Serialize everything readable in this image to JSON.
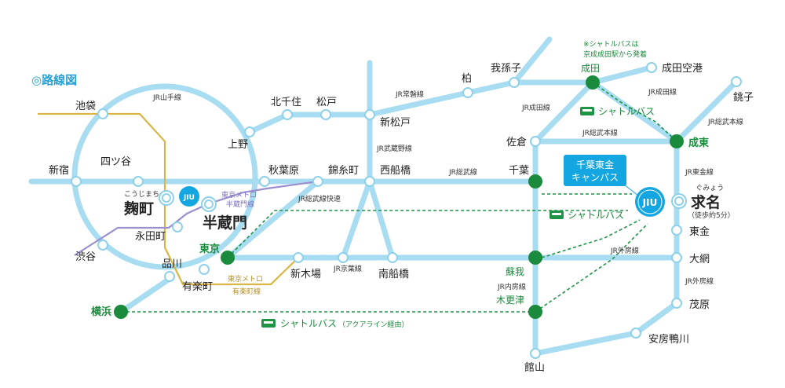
{
  "title": "◎路線図",
  "lines": {
    "yamanote": "JR山手線",
    "joban": "JR常磐線",
    "musashino": "JR武蔵野線",
    "sobu_rapid": "JR総武線快速",
    "sobu": "JR総武線",
    "keiyo": "JR京葉線",
    "narita": "JR成田線",
    "narita2": "JR成田線",
    "sobu_main": "JR総武本線",
    "sobu_main2": "JR総武本線",
    "togane": "JR東金線",
    "sotobo": "JR外房線",
    "sotobo2": "JR外房線",
    "uchibo": "JR内房線",
    "hanzomon": "東京メトロ半蔵門線",
    "yurakucho": "東京メトロ有楽町線"
  },
  "stations": {
    "ikebukuro": "池袋",
    "yotsuya": "四ツ谷",
    "shinjuku": "新宿",
    "kojimachi_kana": "こうじまち",
    "kojimachi": "麹町",
    "hanzomon": "半蔵門",
    "nagatacho": "永田町",
    "shibuya": "渋谷",
    "shinagawa": "品川",
    "yurakucho": "有楽町",
    "tokyo": "東京",
    "akihabara": "秋葉原",
    "ueno": "上野",
    "kitasenju": "北千住",
    "matsudo": "松戸",
    "kinshicho": "錦糸町",
    "shinmatsudo": "新松戸",
    "nishifunabashi": "西船橋",
    "shinkiba": "新木場",
    "minamifunabashi": "南船橋",
    "yokohama": "横浜",
    "kashiwa": "柏",
    "abiko": "我孫子",
    "narita": "成田",
    "naritakuko": "成田空港",
    "choshi": "銚子",
    "sakura": "佐倉",
    "naruto": "成東",
    "chiba": "千葉",
    "soga": "蘇我",
    "kisarazu": "木更津",
    "tateyama": "館山",
    "togane": "東金",
    "oami": "大網",
    "mobara": "茂原",
    "awakamogawa": "安房鴨川",
    "gumyo_kana": "ぐみょう",
    "gumyo": "求名",
    "gumyo_note": "（徒歩約5分）"
  },
  "campus": {
    "line1": "千葉東金",
    "line2": "キャンパス"
  },
  "logo_text": "JIU",
  "bus": {
    "narita_note1": "※シャトルバスは",
    "narita_note2": "京成成田駅から発着",
    "label_narita": "シャトルバス",
    "label_soga": "シャトルバス",
    "label_yokohama": "シャトルバス",
    "label_yokohama_note": "（アクアライン経由）"
  },
  "colors": {
    "jr": "#a7dcf1",
    "hanzomon": "#9d8fcf",
    "yurakucho": "#d9b546",
    "bus": "#1e9447",
    "campus": "#14a6e0",
    "title": "#26a0d5"
  }
}
